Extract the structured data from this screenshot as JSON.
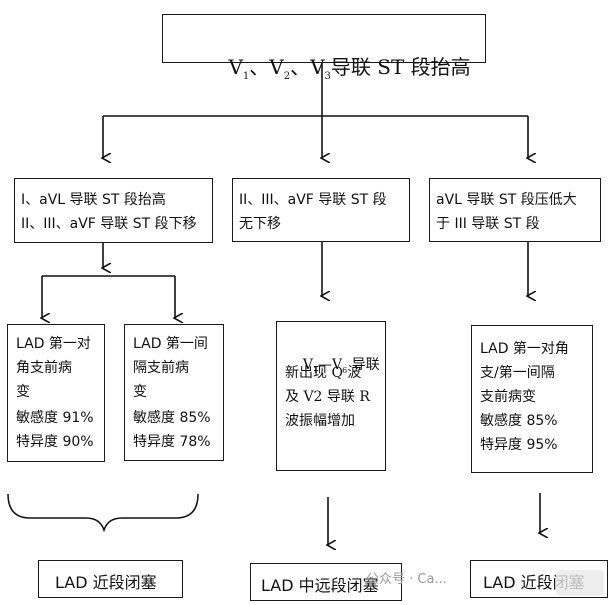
{
  "top": {
    "title_parts": [
      "V",
      "1",
      "、V",
      "2",
      "、V",
      "3",
      "导联 ST 段抬高"
    ]
  },
  "branches": [
    {
      "condition": [
        "I、aVL 导联 ST 段抬高",
        "II、III、aVF 导联 ST 段下移"
      ],
      "results": [
        {
          "lines": [
            "LAD 第一对",
            "角支前病",
            "变",
            "敏感度 91%",
            "特异度 90%"
          ]
        },
        {
          "lines": [
            "LAD 第一间",
            "隔支前病",
            "变",
            "敏感度 85%",
            "特异度 78%"
          ]
        }
      ],
      "outcome": "LAD 近段闭塞"
    },
    {
      "condition": [
        "II、III、aVF 导联 ST 段",
        "无下移"
      ],
      "results": [
        {
          "lines": [
            "V",
            "1",
            "—V",
            "6",
            " 导联",
            "新出现 Q 波",
            "及 V2 导联 R",
            "波振幅增加"
          ]
        }
      ],
      "outcome": "LAD 中远段闭塞"
    },
    {
      "condition": [
        "aVL 导联 ST 段压低大",
        "于 III 导联 ST 段"
      ],
      "results": [
        {
          "lines": [
            "LAD 第一对角",
            "支/第一间隔",
            "支前病变",
            "敏感度 85%",
            "特异度 95%"
          ]
        }
      ],
      "outcome": "LAD 近段闭塞"
    }
  ],
  "watermark": {
    "text": "公众号 · Ca..."
  }
}
